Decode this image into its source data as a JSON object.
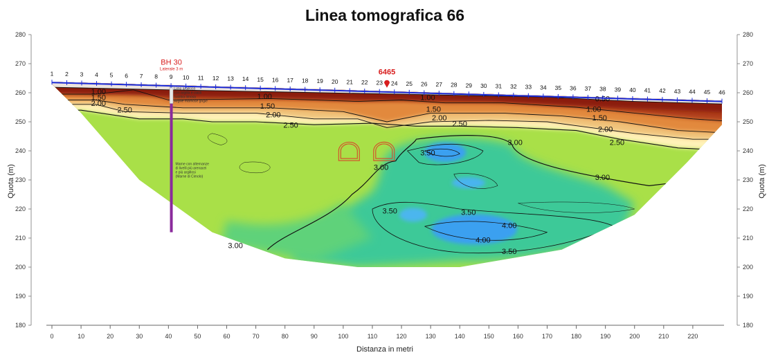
{
  "chart_data": {
    "type": "heatmap",
    "title": "Linea tomografica 66",
    "xlabel": "Distanza in metri",
    "ylabel": "Quota (m)",
    "ylabel_right": "Quota (m)",
    "xlim": [
      0,
      230
    ],
    "ylim": [
      180,
      280
    ],
    "x_ticks": [
      0,
      10,
      20,
      30,
      40,
      50,
      60,
      70,
      80,
      90,
      100,
      110,
      120,
      130,
      140,
      150,
      160,
      170,
      180,
      190,
      200,
      210,
      220
    ],
    "y_ticks": [
      180,
      190,
      200,
      210,
      220,
      230,
      240,
      250,
      260,
      270,
      280
    ],
    "electrodes": {
      "labels": [
        "1",
        "2",
        "3",
        "4",
        "5",
        "6",
        "7",
        "8",
        "9",
        "10",
        "11",
        "12",
        "13",
        "14",
        "15",
        "16",
        "17",
        "18",
        "19",
        "20",
        "21",
        "22",
        "23",
        "24",
        "25",
        "26",
        "27",
        "28",
        "29",
        "30",
        "31",
        "32",
        "33",
        "34",
        "35",
        "36",
        "37",
        "38",
        "39",
        "40",
        "41",
        "42",
        "43",
        "44",
        "45",
        "46"
      ],
      "x_start": 0,
      "x_end": 230,
      "elev_start": 263.5,
      "elev_end": 257.0
    },
    "section": {
      "left_top": [
        0,
        263
      ],
      "right_top": [
        230,
        257
      ],
      "bottom": [
        [
          10,
          253
        ],
        [
          30,
          230
        ],
        [
          55,
          212
        ],
        [
          80,
          203
        ],
        [
          105,
          200
        ],
        [
          140,
          200
        ],
        [
          175,
          206
        ],
        [
          200,
          218
        ],
        [
          218,
          236
        ],
        [
          230,
          249
        ]
      ]
    },
    "contour_levels": [
      0.5,
      1.0,
      1.5,
      2.0,
      2.5,
      3.0,
      3.5,
      4.0
    ],
    "contour_labels": [
      {
        "text": "1.00",
        "x": 16,
        "y": 259.5
      },
      {
        "text": "1.50",
        "x": 16,
        "y": 257.5
      },
      {
        "text": "2.00",
        "x": 16,
        "y": 255.5
      },
      {
        "text": "2.50",
        "x": 25,
        "y": 253.2
      },
      {
        "text": "1.00",
        "x": 73,
        "y": 257.8
      },
      {
        "text": "1.50",
        "x": 74,
        "y": 254.5
      },
      {
        "text": "2.00",
        "x": 76,
        "y": 251.5
      },
      {
        "text": "2.50",
        "x": 82,
        "y": 248
      },
      {
        "text": "1.00",
        "x": 129,
        "y": 257.5
      },
      {
        "text": "1.50",
        "x": 131,
        "y": 253.5
      },
      {
        "text": "2.00",
        "x": 133,
        "y": 250.5
      },
      {
        "text": "2.50",
        "x": 140,
        "y": 248.5
      },
      {
        "text": "0.50",
        "x": 189,
        "y": 257
      },
      {
        "text": "1.00",
        "x": 186,
        "y": 253.5
      },
      {
        "text": "1.50",
        "x": 188,
        "y": 250.5
      },
      {
        "text": "2.00",
        "x": 190,
        "y": 246.5
      },
      {
        "text": "2.50",
        "x": 194,
        "y": 242
      },
      {
        "text": "3.00",
        "x": 159,
        "y": 242
      },
      {
        "text": "3.00",
        "x": 189,
        "y": 230
      },
      {
        "text": "3.00",
        "x": 113,
        "y": 233.5
      },
      {
        "text": "3.50",
        "x": 129,
        "y": 238.5
      },
      {
        "text": "3.50",
        "x": 116,
        "y": 218.5
      },
      {
        "text": "3.50",
        "x": 143,
        "y": 218
      },
      {
        "text": "4.00",
        "x": 157,
        "y": 213.5
      },
      {
        "text": "4.00",
        "x": 148,
        "y": 208.5
      },
      {
        "text": "3.50",
        "x": 157,
        "y": 204.5
      },
      {
        "text": "3.00",
        "x": 63,
        "y": 206.5
      }
    ],
    "borehole": {
      "name": "BH 30",
      "note": "Laterale 3 m",
      "x": 41,
      "top": 262,
      "bottom": 212,
      "layers": [
        "Limo argilloso",
        "con argilla e clasti",
        "Sabbia limosa",
        "Argille marnose grigie"
      ],
      "lower_note": [
        "Marne con alternanze",
        "di livelli più arenacei",
        "e più argillosi",
        "(Marne di Cimolo)"
      ]
    },
    "marker": {
      "label": "6465",
      "x": 115,
      "y": 261.5
    },
    "tunnels": [
      {
        "x": 102,
        "y": 239.5
      },
      {
        "x": 114,
        "y": 239.5
      }
    ],
    "colors": {
      "high_resistivity_red": "#8b1a0a",
      "mid_orange": "#e2893e",
      "light_yellow": "#fff2b8",
      "green": "#a9e048",
      "teal": "#3ec998",
      "blue": "#3aa0f0",
      "electrode_line": "#1a2ad8",
      "marker_red": "#d81d1d",
      "borehole_purple": "#8a2a9c"
    }
  }
}
